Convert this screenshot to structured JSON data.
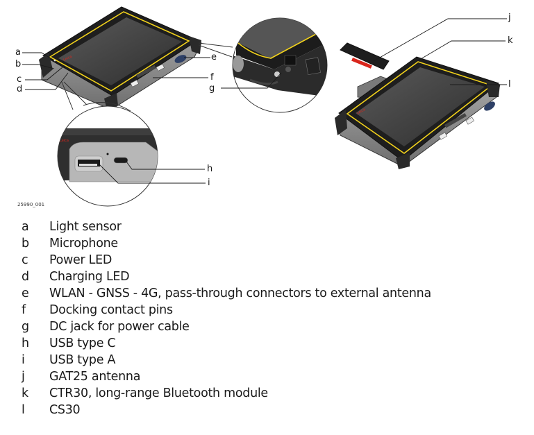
{
  "figure": {
    "id": "25990_001",
    "callouts": {
      "a": "a",
      "b": "b",
      "c": "c",
      "d": "d",
      "e": "e",
      "f": "f",
      "g": "g",
      "h": "h",
      "i": "i",
      "j": "j",
      "k": "k",
      "l": "l"
    },
    "colors": {
      "bezel_yellow": "#f2d21b",
      "screen": "#3a3a3a",
      "frame_dark": "#1e1e1e",
      "frame_grey": "#8d8d8d",
      "leica_red": "#d9261c",
      "antenna_port_blue": "#2e4066"
    }
  },
  "legend": [
    {
      "key": "a",
      "text": "Light sensor"
    },
    {
      "key": "b",
      "text": "Microphone"
    },
    {
      "key": "c",
      "text": "Power LED"
    },
    {
      "key": "d",
      "text": "Charging LED"
    },
    {
      "key": "e",
      "text": "WLAN - GNSS - 4G, pass-through connectors to external antenna"
    },
    {
      "key": "f",
      "text": "Docking contact pins"
    },
    {
      "key": "g",
      "text": "DC jack for power cable"
    },
    {
      "key": "h",
      "text": "USB type C"
    },
    {
      "key": "i",
      "text": "USB type A"
    },
    {
      "key": "j",
      "text": "GAT25 antenna"
    },
    {
      "key": "k",
      "text": "CTR30, long-range Bluetooth module"
    },
    {
      "key": "l",
      "text": "CS30"
    }
  ]
}
